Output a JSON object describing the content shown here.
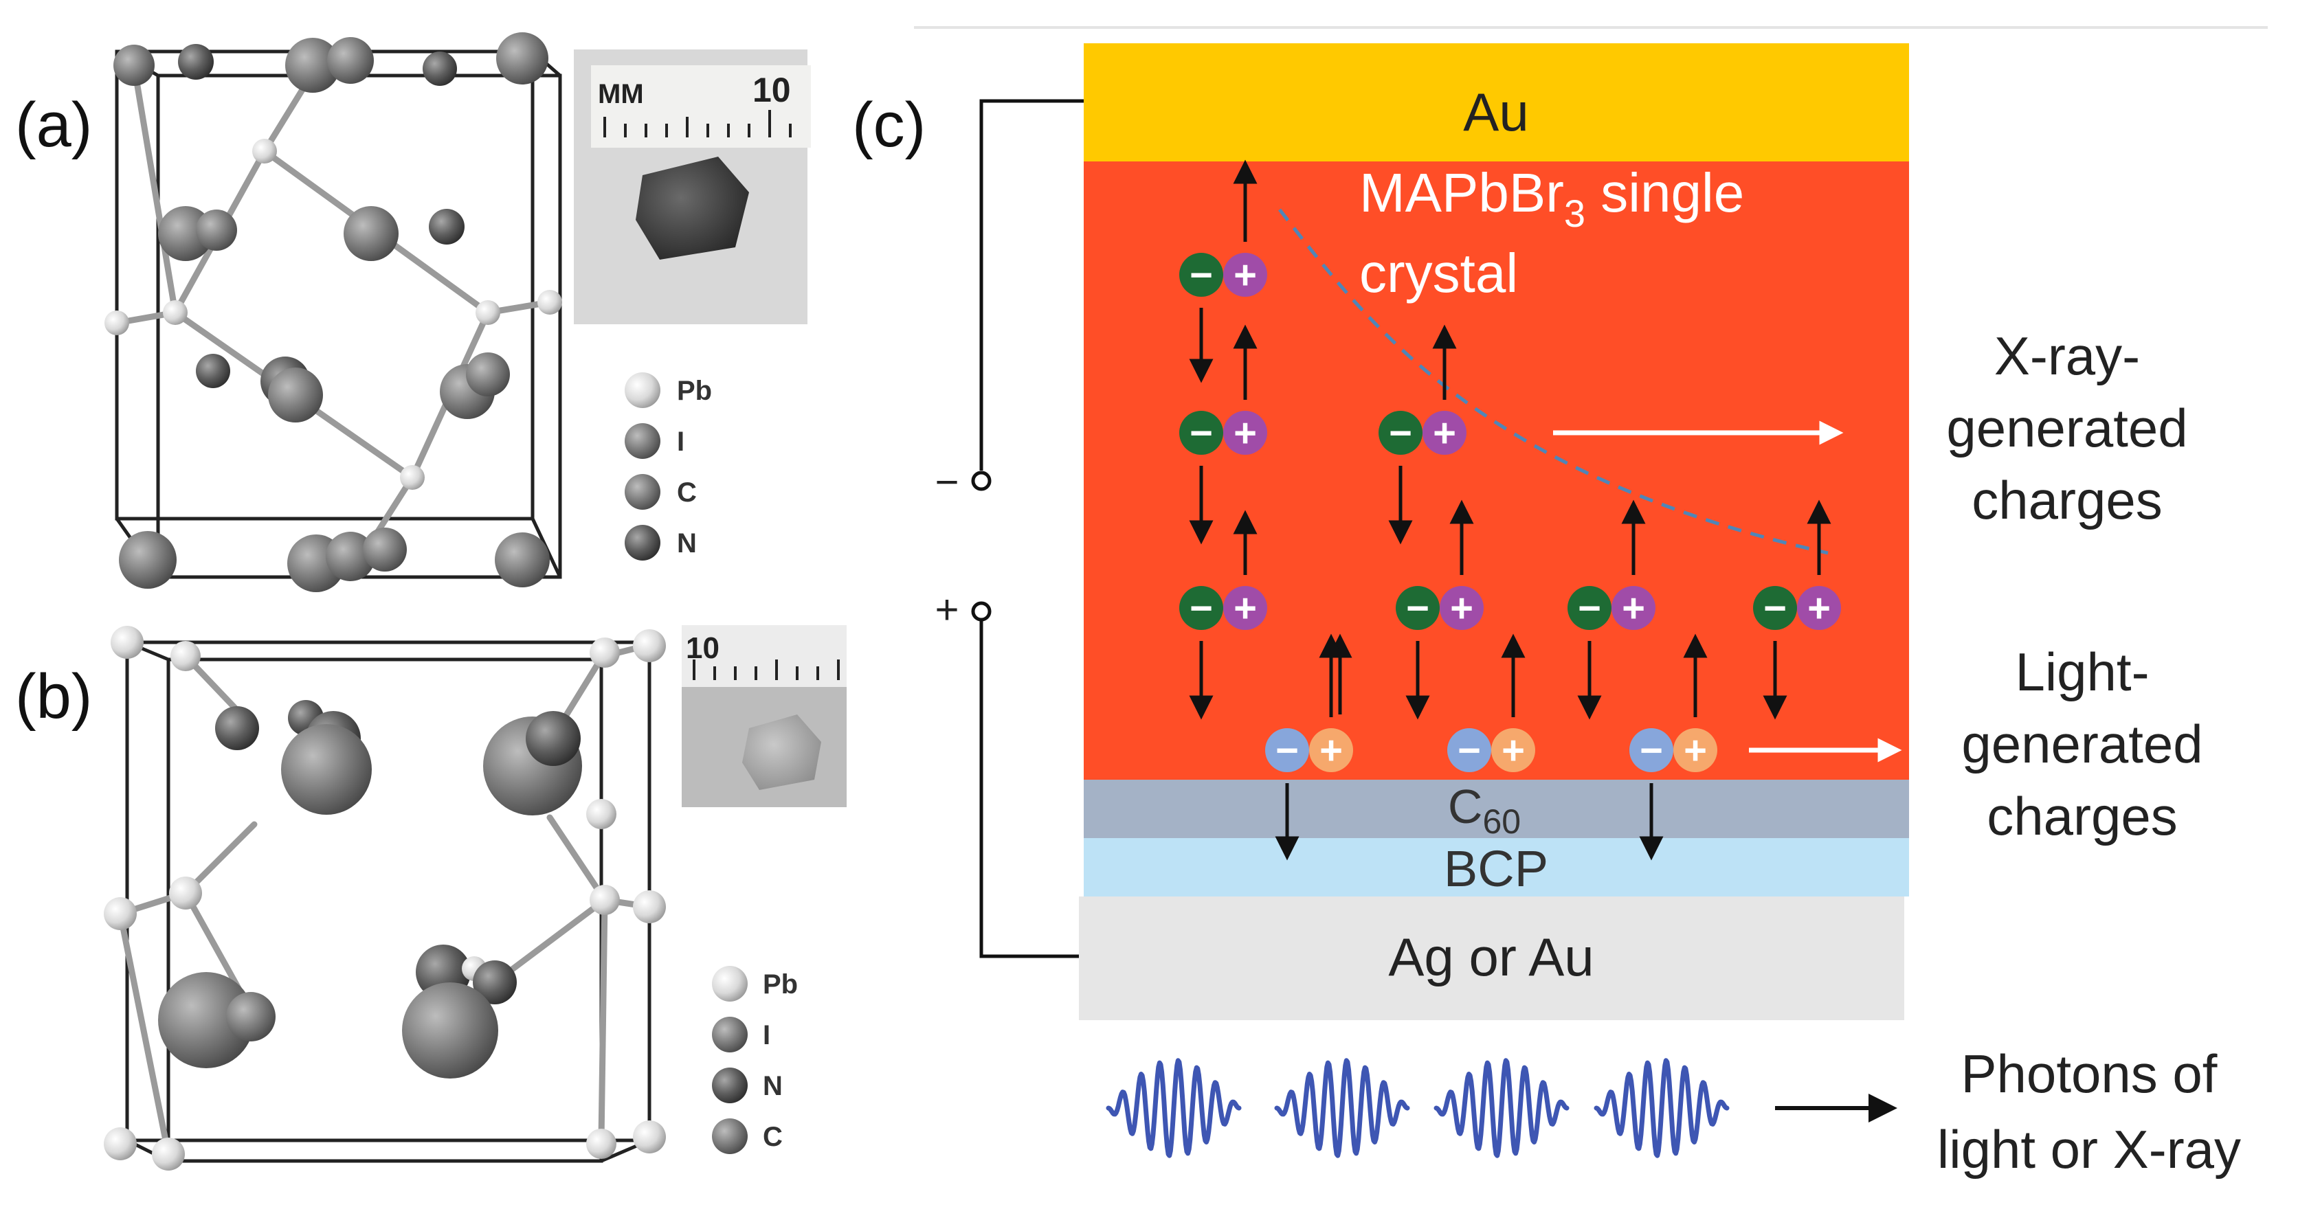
{
  "panel_labels": {
    "a": "(a)",
    "b": "(b)",
    "c": "(c)"
  },
  "panel_a": {
    "legend": [
      "Pb",
      "I",
      "C",
      "N"
    ],
    "photo": {
      "ruler_unit": "MM",
      "ruler_number": "10"
    }
  },
  "panel_b": {
    "legend": [
      "Pb",
      "I",
      "N",
      "C"
    ],
    "photo": {
      "ruler_number": "10"
    }
  },
  "panel_c": {
    "layers": {
      "top_electrode": "Au",
      "crystal_line1": "MAPbBr",
      "crystal_sub": "3",
      "crystal_line1_end": " single",
      "crystal_line2": "crystal",
      "c60_main": "C",
      "c60_sub": "60",
      "bcp": "BCP",
      "bottom_electrode": "Ag or Au"
    },
    "terminals": {
      "minus": "−",
      "plus": "+"
    },
    "charge_signs": {
      "electron": "−",
      "hole": "+"
    },
    "side_labels": {
      "xray": [
        "X-ray-",
        "generated",
        "charges"
      ],
      "light": [
        "Light-",
        "generated",
        "charges"
      ],
      "photons": [
        "Photons of",
        "light or X-ray"
      ]
    },
    "colors": {
      "gold": "#FFC900",
      "crystal": "#FF4E27",
      "c60": "#A4B2C6",
      "bcp": "#BDE2F6",
      "bottom": "#E6E6E6",
      "electron_xray": "#1E6B34",
      "hole_xray": "#A04CA8",
      "electron_light": "#87A6DB",
      "hole_light": "#F6A86C",
      "wave": "#3E56B3",
      "dashed": "#4F86B8"
    }
  }
}
